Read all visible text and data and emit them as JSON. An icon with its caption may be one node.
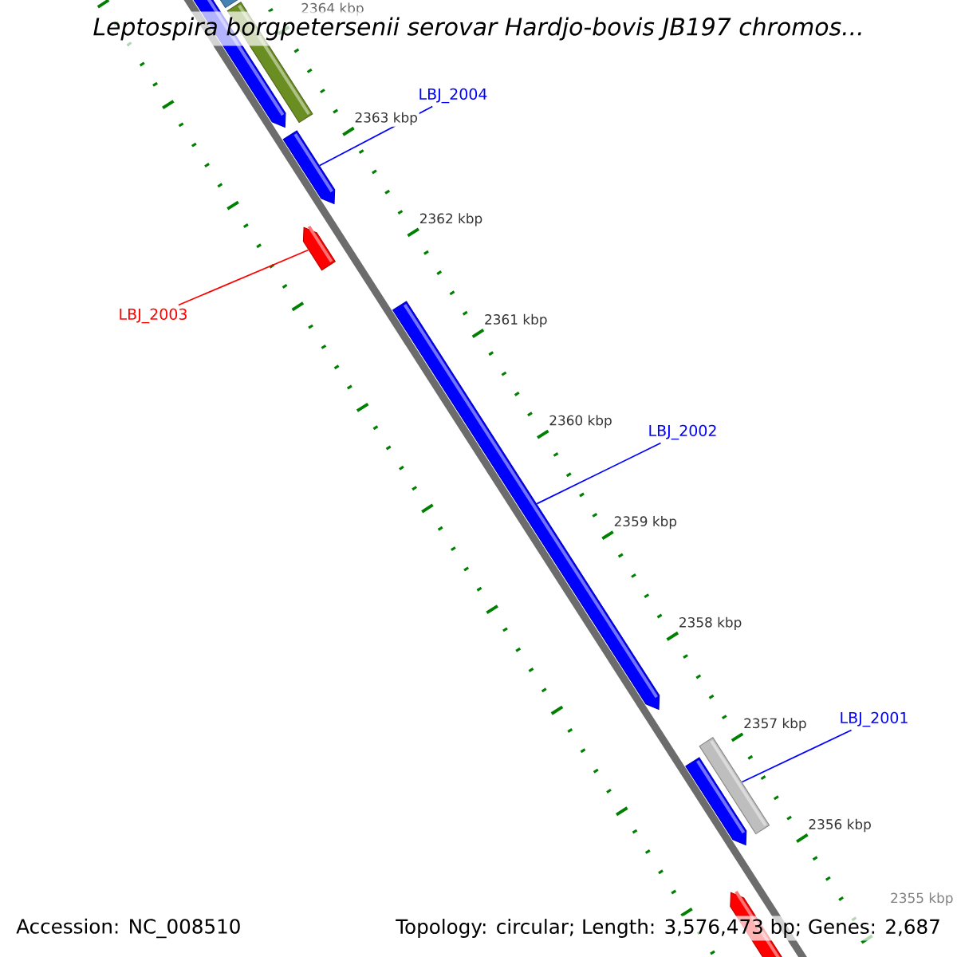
{
  "diagram": {
    "title": "Leptospira borgpetersenii serovar Hardjo-bovis JB197 chromos...",
    "nodes": [
      {
        "text": [
          "LBJ_2004"
        ]
      },
      {
        "text": [],
        "shape": "bar"
      },
      {
        "text": [
          "LBJ_2003"
        ]
      },
      {
        "text": [],
        "shape": "bar"
      },
      {
        "text": [
          "LBJ_2002"
        ]
      },
      {
        "text": [],
        "shape": "bar"
      },
      {
        "text": [
          "LBJ_2001"
        ]
      },
      {
        "text": [],
        "shape": "bar"
      }
    ],
    "edges": [
      {
        "from": 0,
        "to": 1,
        "arrow": "none"
      },
      {
        "from": 2,
        "to": 3,
        "arrow": "none",
        "color": "#ff0000"
      },
      {
        "from": 4,
        "to": 5,
        "arrow": "none"
      },
      {
        "from": 6,
        "to": 7,
        "arrow": "none"
      }
    ],
    "labels": [
      "2364 kbp",
      "2363 kbp",
      "2362 kbp",
      "2361 kbp",
      "2360 kbp",
      "2359 kbp",
      "2358 kbp",
      "2357 kbp",
      "2356 kbp",
      "2355 kbp",
      "Accession: NC_008510",
      "Topology: circular; Length: 3,576,473 bp; Genes: 2,687"
    ]
  }
}
